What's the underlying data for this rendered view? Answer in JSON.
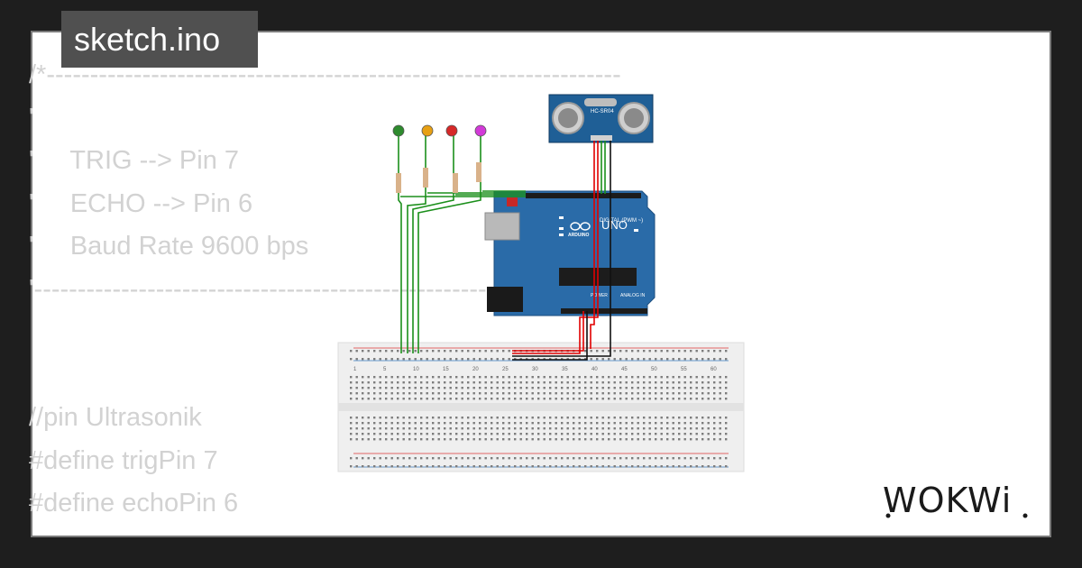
{
  "file_tab": {
    "label": "sketch.ino"
  },
  "code_lines": [
    "/*------------------------------------------------------------------",
    "'",
    "'     TRIG --> Pin 7",
    "'     ECHO --> Pin 6",
    "'     Baud Rate 9600 bps",
    "'-----------------------------------------------------------------*/",
    "",
    "",
    "//pin Ultrasonik",
    "#define trigPin 7",
    "#define echoPin 6"
  ],
  "brand": {
    "name": "WOKWi"
  },
  "sensor": {
    "label": "HC-SR04"
  },
  "board": {
    "logo_text": "UNO",
    "brand_text": "ARDUINO",
    "digital_label": "DIGITAL (PWM ~)",
    "power_label": "POWER",
    "analog_label": "ANALOG IN"
  },
  "leds": [
    {
      "color": "#2e8b2e"
    },
    {
      "color": "#e7a014"
    },
    {
      "color": "#d62828"
    },
    {
      "color": "#d23ad8"
    }
  ],
  "breadboard": {
    "column_numbers": [
      "1",
      "5",
      "10",
      "15",
      "20",
      "25",
      "30",
      "35",
      "40",
      "45",
      "50",
      "55",
      "60"
    ]
  },
  "colors": {
    "background": "#1e1e1e",
    "code_text": "#d2d2d2",
    "tab_bg": "#505050",
    "wire_green": "#1b8f1b",
    "wire_red": "#e10000",
    "wire_black": "#111111",
    "board_blue": "#2a6ba8"
  }
}
